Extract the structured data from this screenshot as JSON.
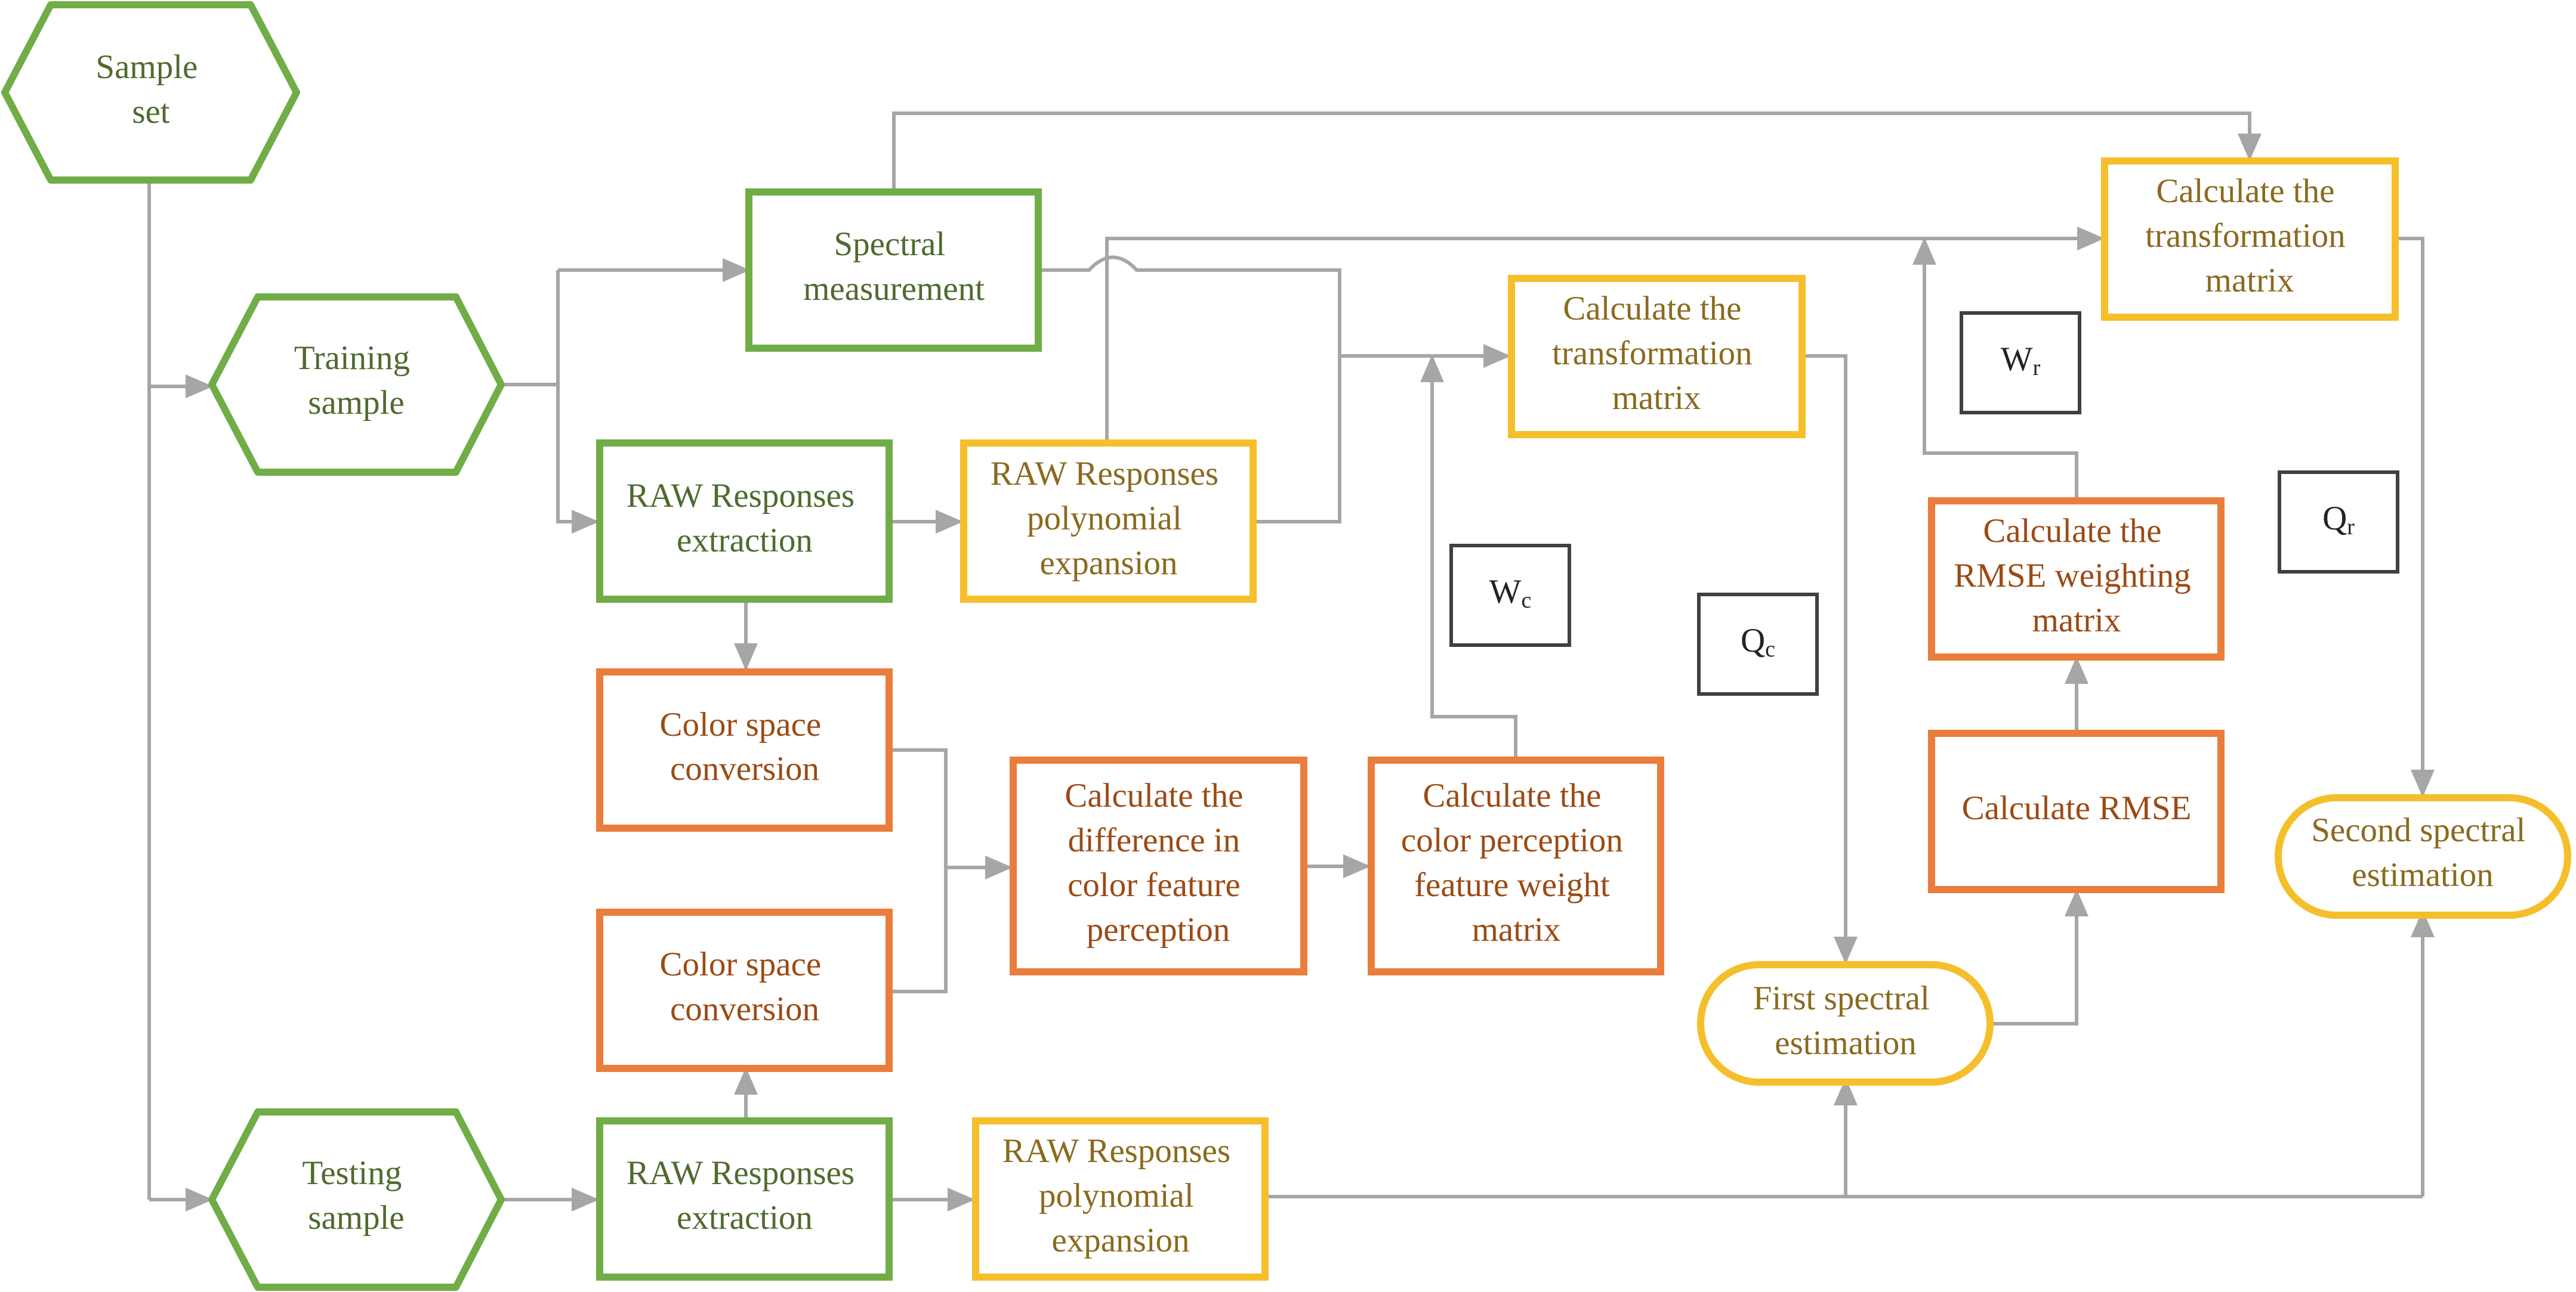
{
  "colors": {
    "green": "#70AD47",
    "yellow": "#F5BF2C",
    "orange": "#EA7D3C",
    "box_dark": "#404040",
    "edge": "#A6A6A6"
  },
  "nodes": {
    "sample_set": [
      "Sample",
      "set"
    ],
    "training_sample": [
      "Training",
      "sample"
    ],
    "testing_sample": [
      "Testing",
      "sample"
    ],
    "spectral_measurement": [
      "Spectral",
      "measurement"
    ],
    "raw_extract_train": [
      "RAW Responses",
      "extraction"
    ],
    "raw_extract_test": [
      "RAW Responses",
      "extraction"
    ],
    "raw_poly_train": [
      "RAW Responses",
      "polynomial",
      "expansion"
    ],
    "raw_poly_test": [
      "RAW Responses",
      "polynomial",
      "expansion"
    ],
    "color_conv_1": [
      "Color space",
      "conversion"
    ],
    "color_conv_2": [
      "Color space",
      "conversion"
    ],
    "calc_diff": [
      "Calculate the",
      "difference in",
      "color feature",
      "perception"
    ],
    "calc_weight": [
      "Calculate the",
      "color perception",
      "feature weight",
      "matrix"
    ],
    "calc_transform_1": [
      "Calculate the",
      "transformation",
      "matrix"
    ],
    "calc_transform_2": [
      "Calculate the",
      "transformation",
      "matrix"
    ],
    "first_est": [
      "First spectral",
      "estimation"
    ],
    "second_est": [
      "Second spectral",
      "estimation"
    ],
    "calc_rmse": [
      "Calculate RMSE"
    ],
    "calc_rmse_weight": [
      "Calculate the",
      "RMSE weighting",
      "matrix"
    ]
  },
  "symbols": {
    "wc": {
      "base": "W",
      "sub": "c"
    },
    "qc": {
      "base": "Q",
      "sub": "c"
    },
    "wr": {
      "base": "W",
      "sub": "r"
    },
    "qr": {
      "base": "Q",
      "sub": "r"
    }
  }
}
